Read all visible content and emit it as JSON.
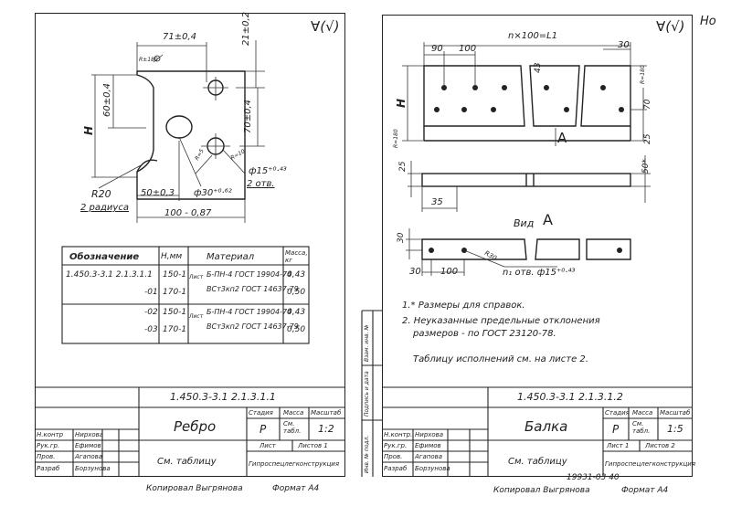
{
  "left": {
    "roughness": "∀(√)",
    "dims": {
      "top": "71±0,4",
      "right_top": "21±0,2",
      "left_mid": "60±0,4",
      "h": "H",
      "right_mid": "70±0,4",
      "r_top": "R±180",
      "r10": "R=10",
      "r5": "R=5",
      "hole_dia": "ф15⁺⁰·⁴³",
      "holes": "2 отв.",
      "r20": "R20",
      "radii": "2 радиуса",
      "bottom_small": "50±0,3",
      "bottom_right": "ф30⁺⁰·⁶²",
      "bottom_total": "100 - 0,87"
    },
    "table": {
      "headers": [
        "Обозначение",
        "H,мм",
        "Материал",
        "Масса, кг"
      ],
      "rows": [
        {
          "code": "1.450.3-3.1  2.1.3.1.1",
          "h": "150-1",
          "prefix": "Лист",
          "mat": "Б-ПН-4 ГОСТ 19904-74",
          "mass": "0,43"
        },
        {
          "code": "-01",
          "h": "170-1",
          "prefix": "",
          "mat": "ВСт3кп2 ГОСТ 14637-79",
          "mass": "0,50"
        },
        {
          "code": "-02",
          "h": "150-1",
          "prefix": "Лист",
          "mat": "Б-ПН-4 ГОСТ 19904-74",
          "mass": "0,43"
        },
        {
          "code": "-03",
          "h": "170-1",
          "prefix": "",
          "mat": "ВСт3кп2 ГОСТ 14637-79",
          "mass": "0,50"
        }
      ]
    },
    "stamp": {
      "code": "1.450.3-3.1   2.1.3.1.1",
      "name": "Ребро",
      "stage_h": "Стадия",
      "mass_h": "Масса",
      "scale_h": "Масштаб",
      "stage": "Р",
      "mass": "См. табл.",
      "scale": "1:2",
      "sheet": "Лист",
      "sheets": "Листов 1",
      "see": "См. таблицу",
      "org": "Гипроспецлегконструкция",
      "people": [
        {
          "role": "Н.контр",
          "name": "Нирхова"
        },
        {
          "role": "Рук.гр.",
          "name": "Ефимов"
        },
        {
          "role": "Пров.",
          "name": "Агапова"
        },
        {
          "role": "Разраб",
          "name": "Борзунова"
        }
      ]
    },
    "footer_copy": "Копировал Выгрянова",
    "footer_format": "Формат А4"
  },
  "right": {
    "roughness": "∀(√)",
    "corner": "Но",
    "dims": {
      "n_x": "n×100=L1",
      "d90": "90",
      "d100": "100",
      "d30_top": "30",
      "d43": "43",
      "r_r": "R=180",
      "h": "H",
      "d70": "70",
      "d25_r": "25",
      "r_left": "R=180",
      "arrow_a": "А",
      "d50": "50*",
      "d25": "25",
      "d35": "35",
      "view": "Вид",
      "view_a": "А",
      "d30_l": "30",
      "r30": "R30",
      "d30_b": "30",
      "d100_b": "100",
      "holes": "n₁ отв. ф15⁺⁰·⁴³"
    },
    "notes": [
      "1.* Размеры для справок.",
      "2. Неуказанные предельные отклонения",
      "размеров - по ГОСТ 23120-78."
    ],
    "table_ref": "Таблицу исполнений  см. на листе 2.",
    "stamp": {
      "code": "1.450.3-3.1   2.1.3.1.2",
      "name": "Балка",
      "stage_h": "Стадия",
      "mass_h": "Масса",
      "scale_h": "Масштаб",
      "stage": "Р",
      "mass": "См. табл.",
      "scale": "1:5",
      "sheet": "Лист 1",
      "sheets": "Листов 2",
      "see": "См. таблицу",
      "org": "Гипроспецлегконструкция",
      "people": [
        {
          "role": "Н.контр.",
          "name": "Нирхова"
        },
        {
          "role": "Рук.гр.",
          "name": "Ефимов"
        },
        {
          "role": "Пров.",
          "name": "Агапова"
        },
        {
          "role": "Разраб",
          "name": "Борзунова"
        }
      ]
    },
    "side_labels": [
      "Инв. № подл.",
      "Подпись и дата",
      "Взам. инв. №"
    ],
    "doc_no": "19931-03   40",
    "footer_copy": "Копировал Выгрянова",
    "footer_format": "Формат А4"
  }
}
